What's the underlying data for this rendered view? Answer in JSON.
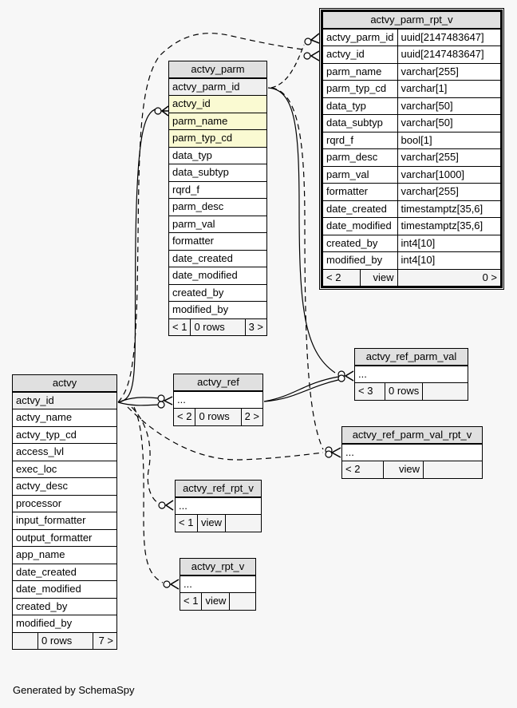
{
  "footer": {
    "label": "Generated by SchemaSpy"
  },
  "tables": {
    "actvy_parm_rpt_v": {
      "name": "actvy_parm_rpt_v",
      "columns": [
        {
          "name": "actvy_parm_id",
          "type": "uuid[2147483647]"
        },
        {
          "name": "actvy_id",
          "type": "uuid[2147483647]"
        },
        {
          "name": "parm_name",
          "type": "varchar[255]"
        },
        {
          "name": "parm_typ_cd",
          "type": "varchar[1]"
        },
        {
          "name": "data_typ",
          "type": "varchar[50]"
        },
        {
          "name": "data_subtyp",
          "type": "varchar[50]"
        },
        {
          "name": "rqrd_f",
          "type": "bool[1]"
        },
        {
          "name": "parm_desc",
          "type": "varchar[255]"
        },
        {
          "name": "parm_val",
          "type": "varchar[1000]"
        },
        {
          "name": "formatter",
          "type": "varchar[255]"
        },
        {
          "name": "date_created",
          "type": "timestamptz[35,6]"
        },
        {
          "name": "date_modified",
          "type": "timestamptz[35,6]"
        },
        {
          "name": "created_by",
          "type": "int4[10]"
        },
        {
          "name": "modified_by",
          "type": "int4[10]"
        }
      ],
      "footer": {
        "parents": "< 2",
        "rows": "view",
        "children": "0 >"
      }
    },
    "actvy_parm": {
      "name": "actvy_parm",
      "columns": [
        "actvy_parm_id",
        "actvy_id",
        "parm_name",
        "parm_typ_cd",
        "data_typ",
        "data_subtyp",
        "rqrd_f",
        "parm_desc",
        "parm_val",
        "formatter",
        "date_created",
        "date_modified",
        "created_by",
        "modified_by"
      ],
      "footer": {
        "parents": "< 1",
        "rows": "0 rows",
        "children": "3 >"
      }
    },
    "actvy": {
      "name": "actvy",
      "columns": [
        "actvy_id",
        "actvy_name",
        "actvy_typ_cd",
        "access_lvl",
        "exec_loc",
        "actvy_desc",
        "processor",
        "input_formatter",
        "output_formatter",
        "app_name",
        "date_created",
        "date_modified",
        "created_by",
        "modified_by"
      ],
      "footer": {
        "parents": "",
        "rows": "0 rows",
        "children": "7 >"
      }
    },
    "actvy_ref": {
      "name": "actvy_ref",
      "columns": [
        "..."
      ],
      "footer": {
        "parents": "< 2",
        "rows": "0 rows",
        "children": "2 >"
      }
    },
    "actvy_ref_parm_val": {
      "name": "actvy_ref_parm_val",
      "columns": [
        "..."
      ],
      "footer": {
        "parents": "< 3",
        "rows": "0 rows",
        "children": ""
      }
    },
    "actvy_ref_parm_val_rpt_v": {
      "name": "actvy_ref_parm_val_rpt_v",
      "columns": [
        "..."
      ],
      "footer": {
        "parents": "< 2",
        "rows": "view",
        "children": ""
      }
    },
    "actvy_ref_rpt_v": {
      "name": "actvy_ref_rpt_v",
      "columns": [
        "..."
      ],
      "footer": {
        "parents": "< 1",
        "rows": "view",
        "children": ""
      }
    },
    "actvy_rpt_v": {
      "name": "actvy_rpt_v",
      "columns": [
        "..."
      ],
      "footer": {
        "parents": "< 1",
        "rows": "view",
        "children": ""
      }
    }
  },
  "relationships": [
    {
      "from": "actvy.actvy_id",
      "to": "actvy_parm.actvy_id",
      "style": "solid"
    },
    {
      "from": "actvy.actvy_id",
      "to": "actvy_ref",
      "style": "solid"
    },
    {
      "from": "actvy.actvy_id",
      "to": "actvy_ref",
      "style": "solid"
    },
    {
      "from": "actvy.actvy_id",
      "to": "actvy_parm_rpt_v.actvy_id",
      "style": "dashed"
    },
    {
      "from": "actvy.actvy_id",
      "to": "actvy_ref_parm_val_rpt_v",
      "style": "dashed"
    },
    {
      "from": "actvy.actvy_id",
      "to": "actvy_ref_rpt_v",
      "style": "dashed"
    },
    {
      "from": "actvy.actvy_id",
      "to": "actvy_rpt_v",
      "style": "dashed"
    },
    {
      "from": "actvy_parm.actvy_parm_id",
      "to": "actvy_parm_rpt_v.actvy_parm_id",
      "style": "dashed"
    },
    {
      "from": "actvy_parm.actvy_parm_id",
      "to": "actvy_ref_parm_val",
      "style": "solid"
    },
    {
      "from": "actvy_parm.actvy_parm_id",
      "to": "actvy_ref_parm_val_rpt_v",
      "style": "dashed"
    },
    {
      "from": "actvy_ref",
      "to": "actvy_ref_parm_val",
      "style": "solid"
    }
  ]
}
